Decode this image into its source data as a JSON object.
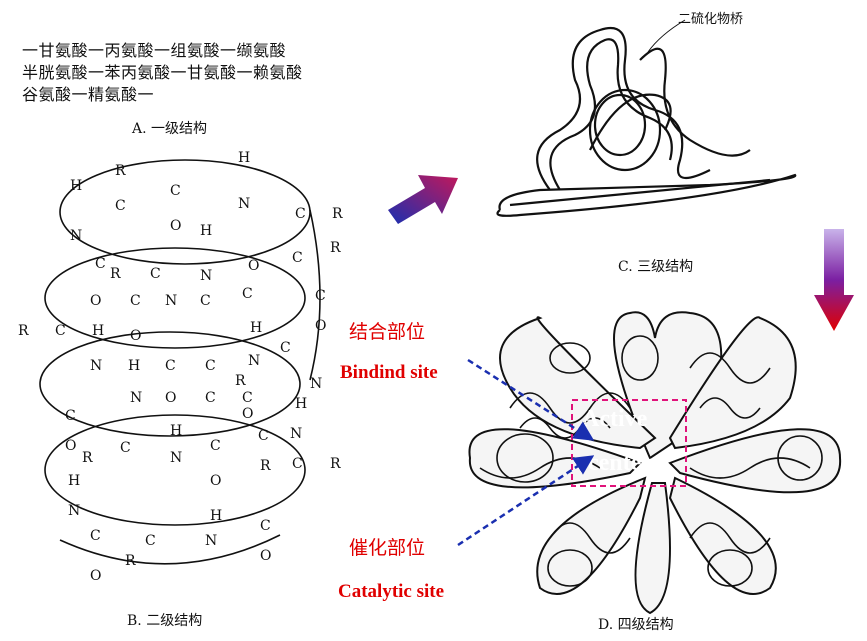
{
  "primary": {
    "line1": "一甘氨酸一丙氨酸一组氨酸一缬氨酸",
    "line2": "半胱氨酸一苯丙氨酸一甘氨酸一赖氨酸",
    "line3": "谷氨酸一精氨酸一",
    "caption": "A. 一级结构"
  },
  "secondary": {
    "caption": "B. 二级结构",
    "atoms": {
      "H": "H",
      "N": "N",
      "C": "C",
      "O": "O",
      "R": "R"
    }
  },
  "tertiary": {
    "caption": "C. 三级结构",
    "disulfide_label": "二硫化物桥"
  },
  "quaternary": {
    "caption": "D. 四级结构",
    "binding_cn": "结合部位",
    "binding_en": "Bindind site",
    "catalytic_cn": "催化部位",
    "catalytic_en": "Catalytic site",
    "active_line1": "Active",
    "active_line2": "center"
  },
  "colors": {
    "accent_red": "#e00000",
    "dashed_pink": "#e0137a",
    "arrow_blue": "#1a2fb0",
    "arrow_purple": "#6a0dad"
  }
}
